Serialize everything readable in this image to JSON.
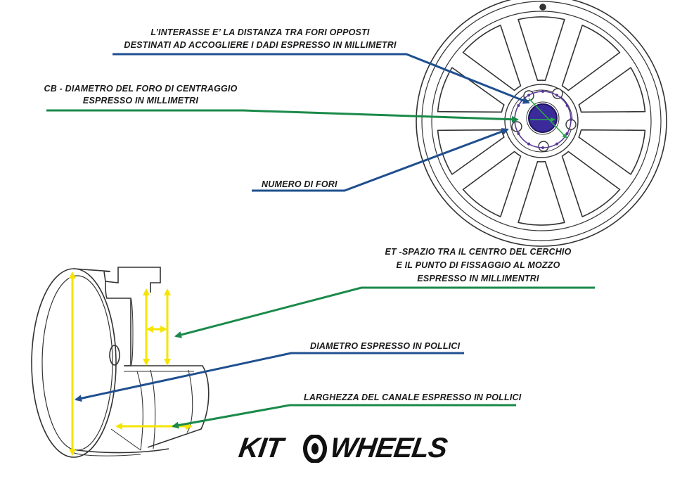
{
  "labels": {
    "pcd_line1": "L’INTERASSE E’ LA DISTANZA TRA FORI OPPOSTI",
    "pcd_line2": "DESTINATI AD ACCOGLIERE  I DADI ESPRESSO IN MILLIMETRI",
    "cb_line1": "CB - DIAMETRO DEL FORO DI CENTRAGGIO",
    "cb_line2": "ESPRESSO IN MILLIMETRI",
    "holes": "NUMERO DI FORI",
    "et_line1": "ET -SPAZIO TRA IL CENTRO DEL CERCHIO",
    "et_line2": "E IL PUNTO DI FISSAGGIO AL MOZZO",
    "et_line3": "ESPRESSO IN MILLIMENTRI",
    "diameter": "DIAMETRO ESPRESSO IN POLLICI",
    "width": "LARGHEZZA DEL CANALE ESPRESSO IN POLLICI"
  },
  "logo": {
    "left": "KIT",
    "right": "WHEELS"
  },
  "colors": {
    "blue": "#1f4f8f",
    "green": "#1a8a4a",
    "yellow": "#f5e400",
    "purple": "#5a3a9a",
    "hub": "#3a2a9a",
    "outline": "#333333"
  }
}
